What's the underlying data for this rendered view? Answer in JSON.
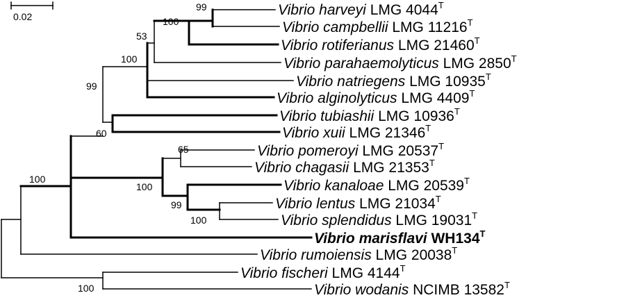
{
  "scale_bar": {
    "label": "0.02"
  },
  "taxa": [
    {
      "genus": "Vibrio",
      "species": "harveyi",
      "strain": "LMG 4044",
      "type": "T"
    },
    {
      "genus": "Vibrio",
      "species": "campbellii",
      "strain": "LMG 11216",
      "type": "T"
    },
    {
      "genus": "Vibrio",
      "species": "rotiferianus",
      "strain": "LMG 21460",
      "type": "T"
    },
    {
      "genus": "Vibrio",
      "species": "parahaemolyticus",
      "strain": "LMG 2850",
      "type": "T"
    },
    {
      "genus": "Vibrio",
      "species": "natriegens",
      "strain": "LMG 10935",
      "type": "T"
    },
    {
      "genus": "Vibrio",
      "species": "alginolyticus",
      "strain": "LMG 4409",
      "type": "T"
    },
    {
      "genus": "Vibrio",
      "species": "tubiashii",
      "strain": "LMG 10936",
      "type": "T"
    },
    {
      "genus": "Vibrio",
      "species": "xuii",
      "strain": "LMG 21346",
      "type": "T"
    },
    {
      "genus": "Vibrio",
      "species": "pomeroyi",
      "strain": "LMG 20537",
      "type": "T"
    },
    {
      "genus": "Vibrio",
      "species": "chagasii",
      "strain": "LMG 21353",
      "type": "T"
    },
    {
      "genus": "Vibrio",
      "species": "kanaloae",
      "strain": "LMG 20539",
      "type": "T"
    },
    {
      "genus": "Vibrio",
      "species": "lentus",
      "strain": "LMG 21034",
      "type": "T"
    },
    {
      "genus": "Vibrio",
      "species": "splendidus",
      "strain": "LMG 19031",
      "type": "T"
    },
    {
      "genus": "Vibrio",
      "species": "marisflavi",
      "strain": "WH134",
      "type": "T",
      "highlight": true
    },
    {
      "genus": "Vibrio",
      "species": "rumoiensis",
      "strain": "LMG 20038",
      "type": "T"
    },
    {
      "genus": "Vibrio",
      "species": "fischeri",
      "strain": "LMG 4144",
      "type": "T"
    },
    {
      "genus": "Vibrio",
      "species": "wodanis",
      "strain": "NCIMB 13582",
      "type": "T"
    }
  ],
  "bootstrap": [
    "99",
    "100",
    "53",
    "100",
    "99",
    "60",
    "100",
    "65",
    "100",
    "99",
    "100",
    "100"
  ]
}
